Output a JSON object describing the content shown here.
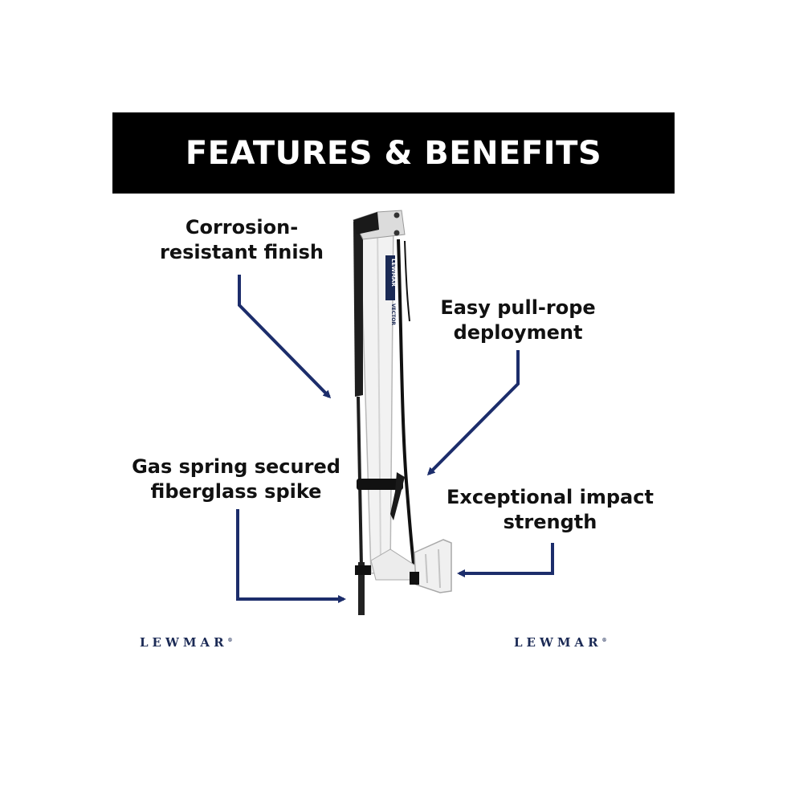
{
  "header": {
    "title": "FEATURES & BENEFITS"
  },
  "features": [
    {
      "lines": [
        "Corrosion-",
        "resistant finish"
      ]
    },
    {
      "lines": [
        "Easy pull-rope",
        "deployment"
      ]
    },
    {
      "lines": [
        "Gas spring secured",
        "fiberglass spike"
      ]
    },
    {
      "lines": [
        "Exceptional impact",
        "strength"
      ]
    }
  ],
  "product": {
    "brand_mark": "LEWMAR",
    "model_mark": "VECTOR"
  },
  "logos": {
    "left": "LEWMAR",
    "right": "LEWMAR"
  },
  "colors": {
    "arrow": "#1c2d6b",
    "banner": "#000000",
    "brand": "#1b2a55"
  }
}
